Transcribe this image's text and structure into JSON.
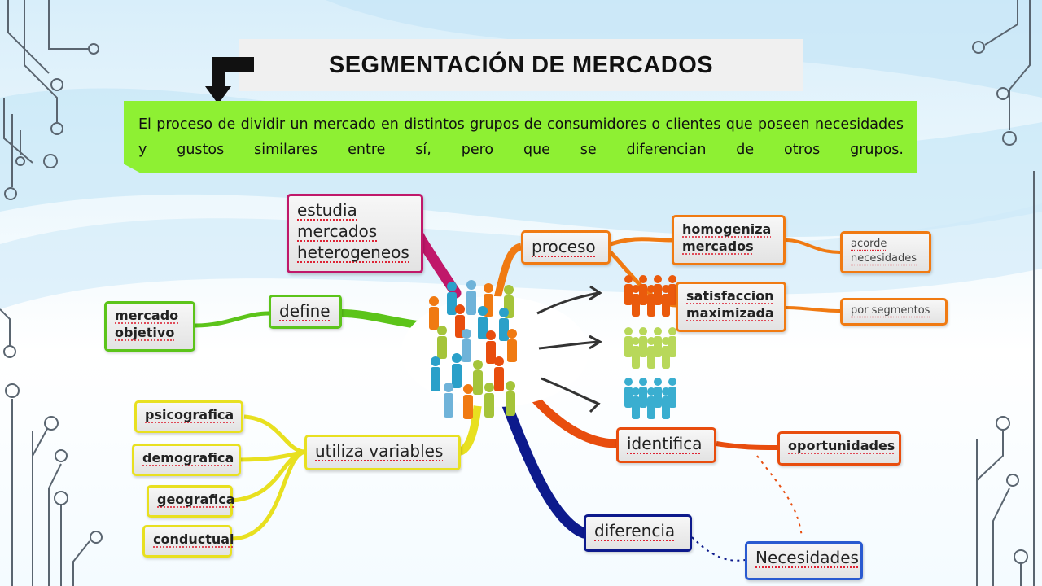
{
  "slide": {
    "title": "SEGMENTACIÓN DE MERCADOS",
    "definition": "El proceso de dividir un mercado en distintos grupos de consumidores o clientes que poseen necesidades y gustos similares entre sí, pero que se diferencian de otros grupos."
  },
  "mindmap": {
    "estudia": "estudia mercados heterogeneos",
    "define": "define",
    "mercado_objetivo": "mercado objetivo",
    "utiliza": "utiliza variables",
    "variables": [
      "psicografica",
      "demografica",
      "geografica",
      "conductual"
    ],
    "proceso": "proceso",
    "homogeniza": "homogeniza mercados",
    "acorde": "acorde necesidades",
    "satisfaccion": "satisfaccion maximizada",
    "por_segmentos": "por segmentos",
    "identifica": "identifica",
    "oportunidades": "oportunidades",
    "diferencia": "diferencia",
    "necesidades": "Necesidades"
  },
  "colors": {
    "definition_bg": "#8ef033",
    "magenta": "#c0186a",
    "green": "#5cc41a",
    "yellow": "#e8e020",
    "orange": "#f07a12",
    "red_orange": "#e84d0e",
    "navy": "#0d1a8c"
  },
  "icons": [
    "down-left-arrow-icon",
    "people-crowd-icon",
    "curved-arrow-icon",
    "people-group-icon",
    "circuit-decoration-icon"
  ]
}
